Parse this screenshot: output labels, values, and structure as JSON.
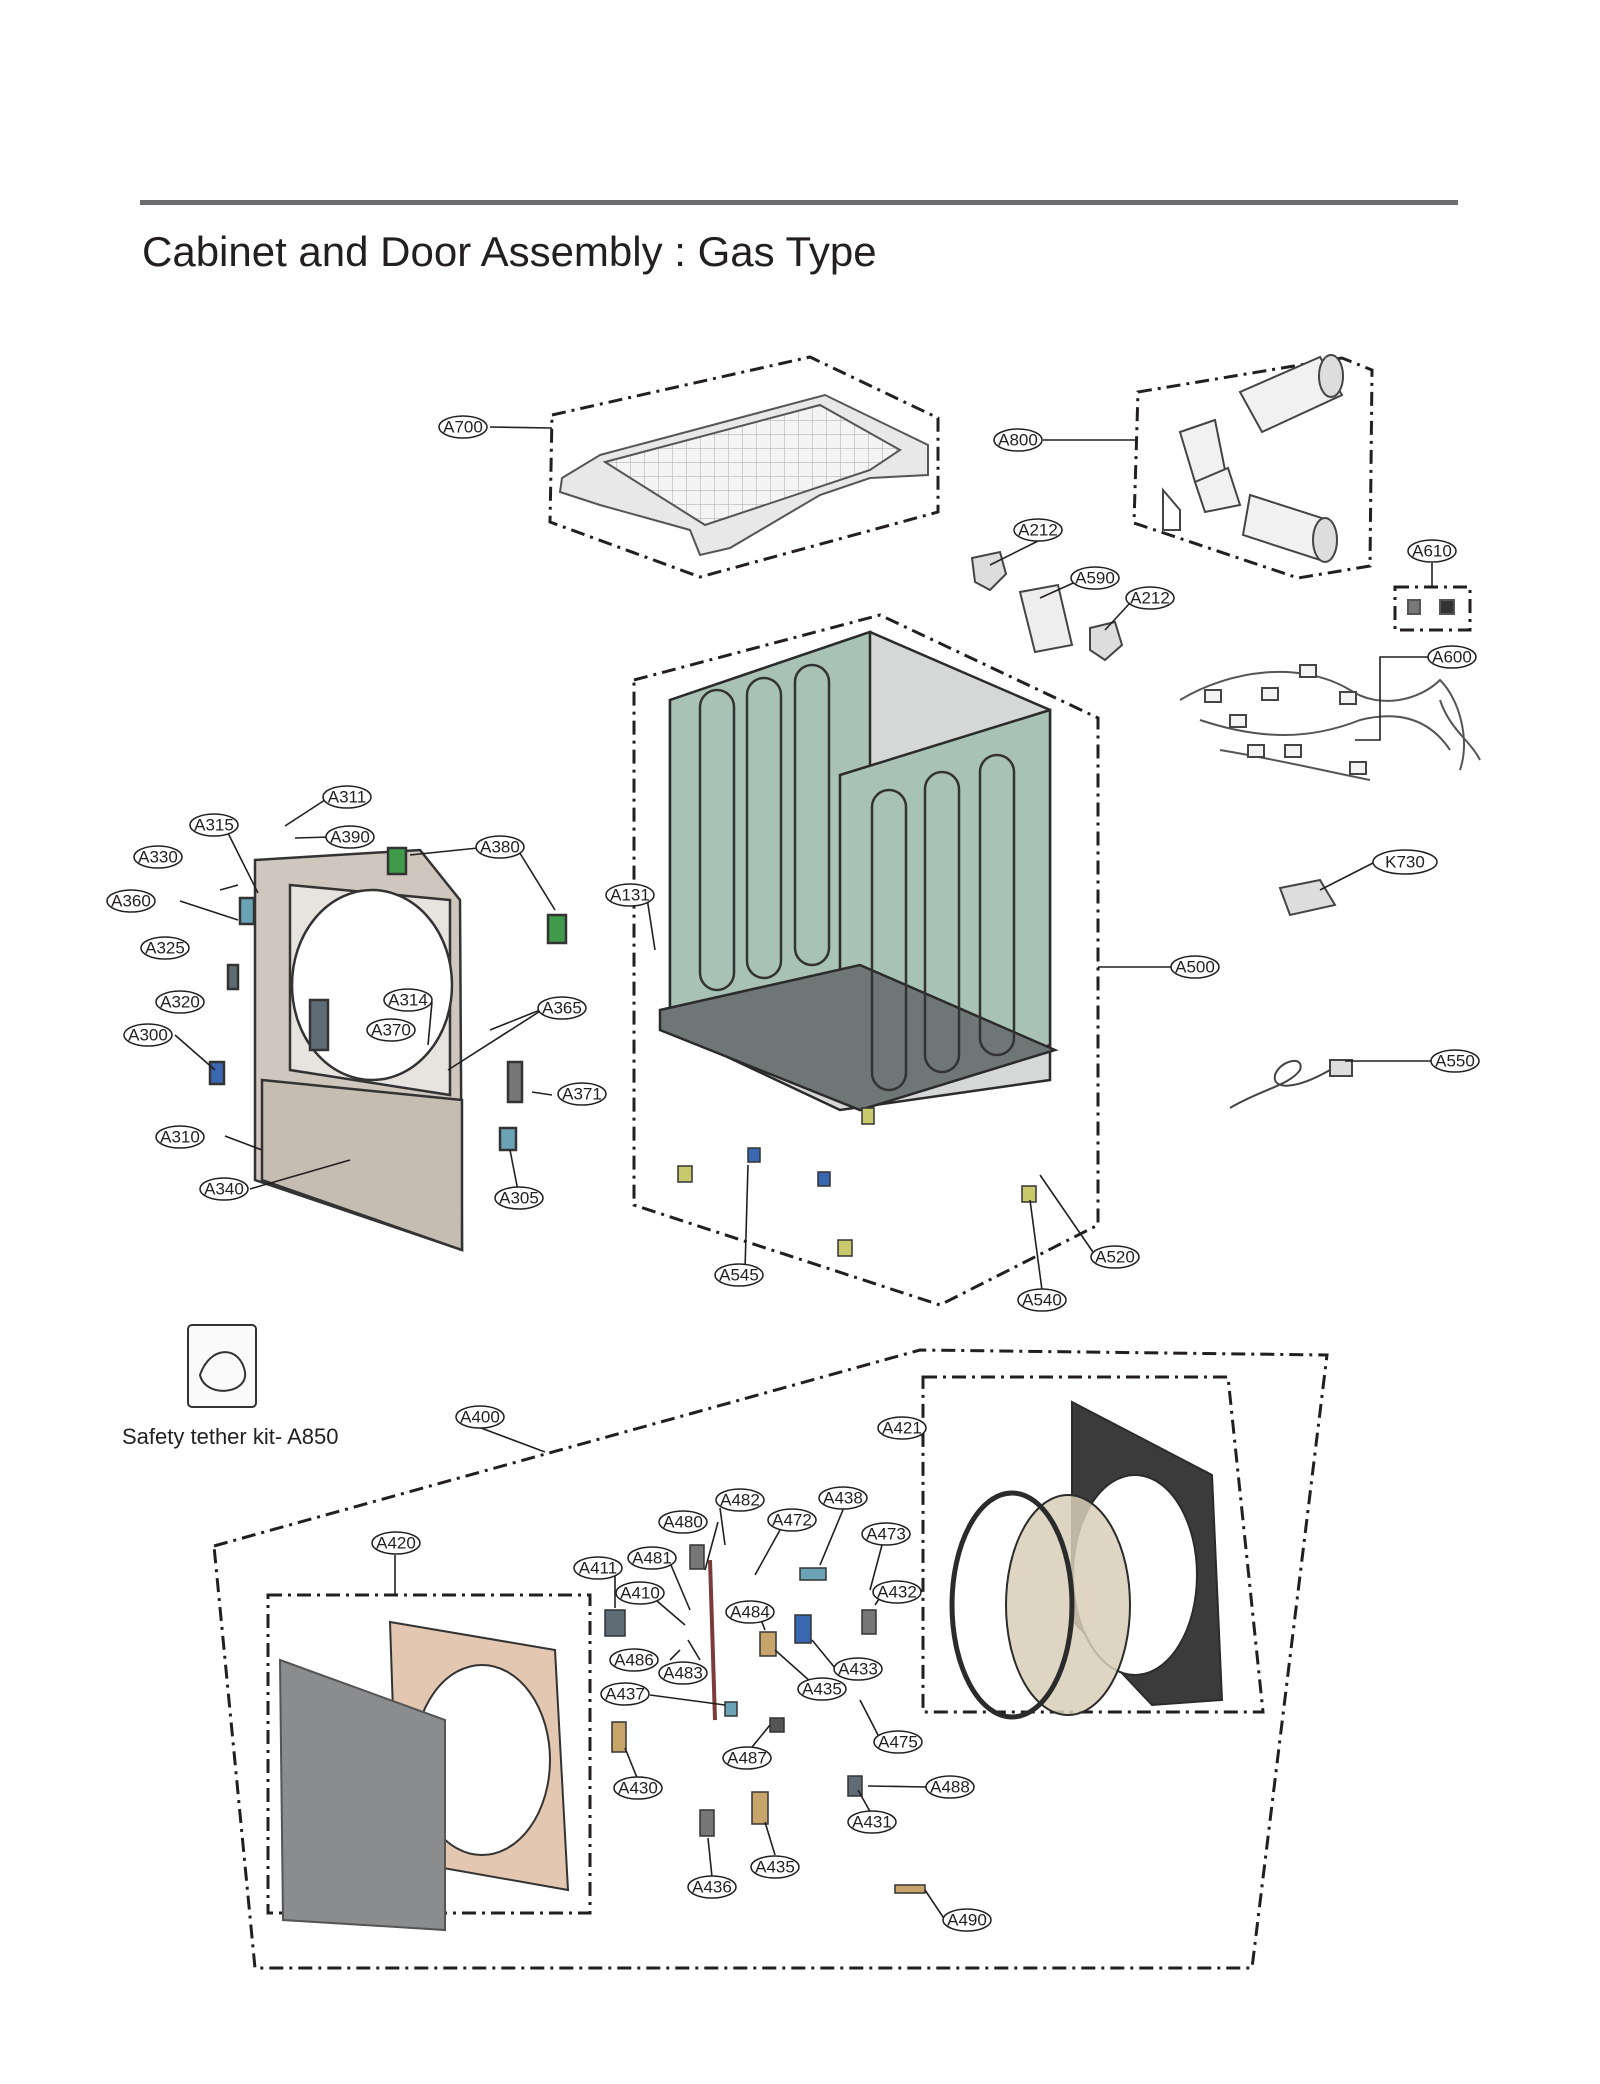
{
  "page": {
    "title": "Cabinet and Door Assembly : Gas Type"
  },
  "colors": {
    "rule": "#6d6e71",
    "cabinet_panel": "#a9c2b6",
    "front_panel": "#cfc7bd",
    "door_frame": "#e3c7b0",
    "glass": "#8a8c8e",
    "gasket": "#2b2b2b",
    "window": "#d8cfb8",
    "hinge": "#c7a56a",
    "blue_part": "#3a68b0",
    "green_part": "#3f9a4a"
  },
  "labels": [
    "A700",
    "A800",
    "A212",
    "A590",
    "A212",
    "A610",
    "A600",
    "A131",
    "A500",
    "K730",
    "A550",
    "A311",
    "A315",
    "A390",
    "A380",
    "A330",
    "A360",
    "A325",
    "A320",
    "A314",
    "A365",
    "A370",
    "A300",
    "A371",
    "A310",
    "A340",
    "A305",
    "A545",
    "A520",
    "A540",
    "A400",
    "A421",
    "A420",
    "A482",
    "A472",
    "A438",
    "A480",
    "A473",
    "A411",
    "A481",
    "A432",
    "A410",
    "A484",
    "A486",
    "A483",
    "A433",
    "A437",
    "A435",
    "A475",
    "A430",
    "A487",
    "A488",
    "A431",
    "A436",
    "A435",
    "A490"
  ],
  "caption": "Safety tether kit- A850"
}
